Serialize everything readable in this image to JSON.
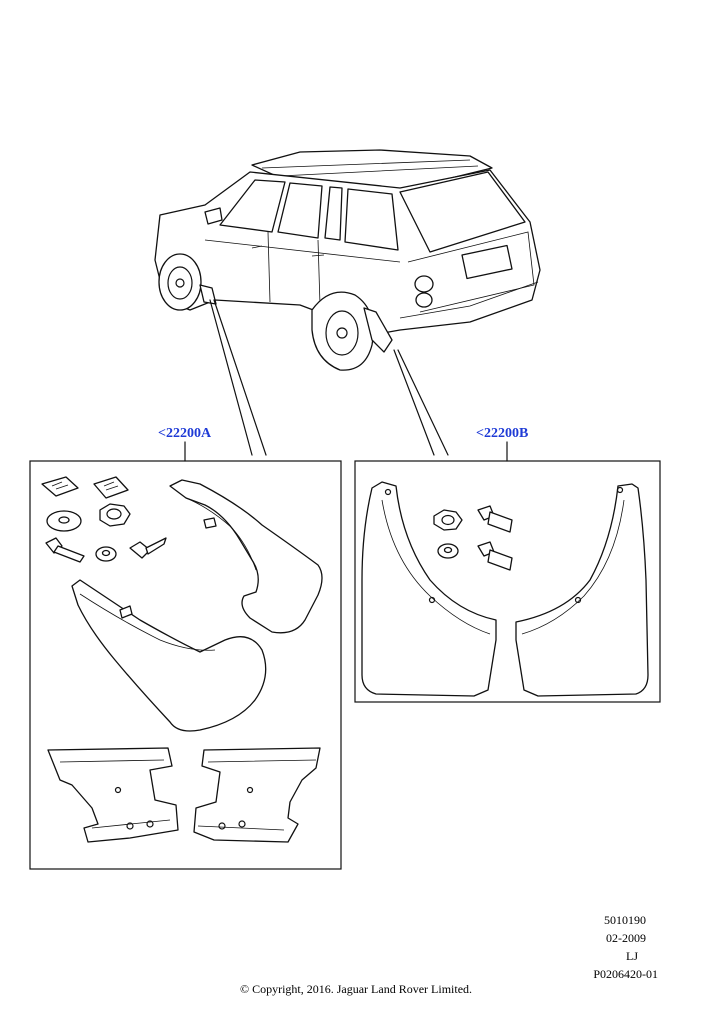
{
  "diagram": {
    "callouts": {
      "kit_a": "<22200A",
      "kit_b": "<22200B"
    },
    "meta": {
      "code": "5010190",
      "date": "02-2009",
      "initials": "LJ",
      "reference": "P0206420-01"
    },
    "copyright": "© Copyright, 2016. Jaguar Land Rover Limited.",
    "colors": {
      "callout": "#1f3bd6",
      "line": "#111111",
      "background": "#ffffff"
    }
  }
}
